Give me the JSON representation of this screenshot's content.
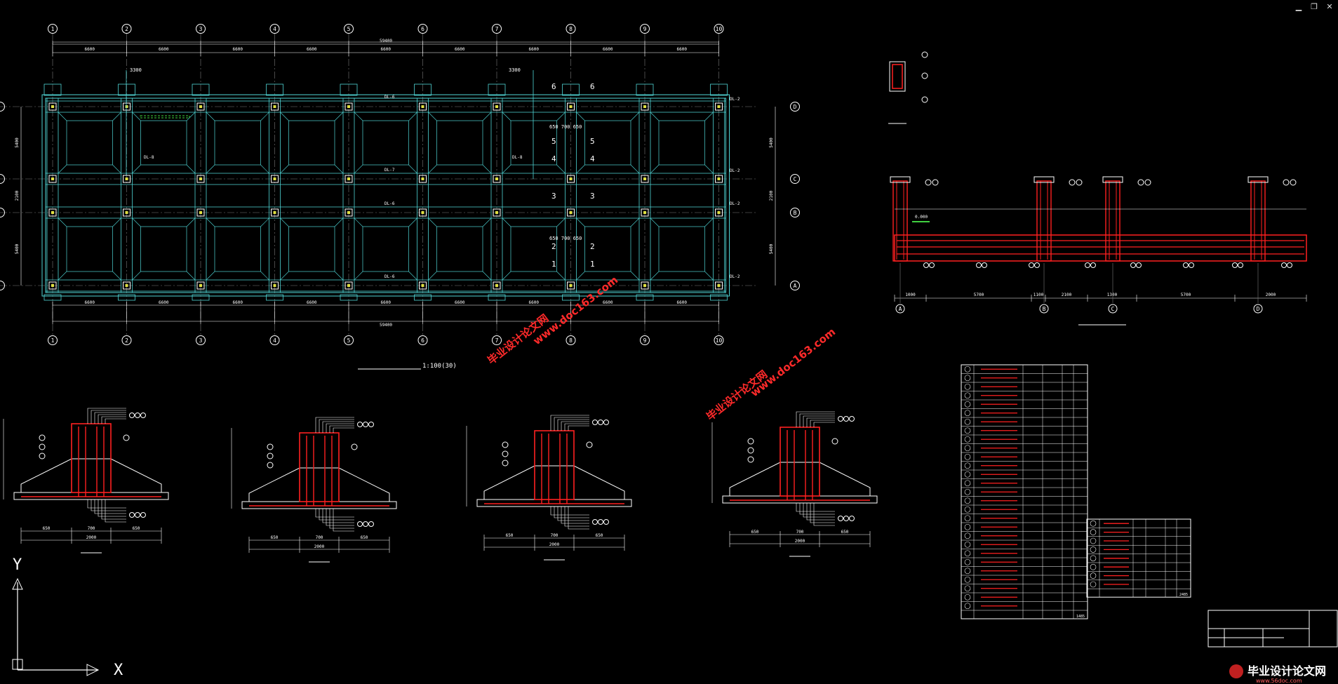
{
  "window_controls": [
    "minimize",
    "restore",
    "close"
  ],
  "plan": {
    "columns": [
      "1",
      "2",
      "3",
      "4",
      "5",
      "6",
      "7",
      "8",
      "9",
      "10"
    ],
    "rows": [
      "D",
      "C",
      "B",
      "A"
    ],
    "bay_dim": "6600",
    "total_dim": "59400",
    "left_dims": [
      "5400",
      "2100",
      "5400"
    ],
    "right_dims": [
      "5400",
      "2100",
      "5400"
    ],
    "beam_labels": [
      "DL-6",
      "DL-7",
      "DL-6",
      "DL-6",
      "DL-8",
      "DL-8",
      "DL-2",
      "DL-2",
      "DL-2",
      "DL-2"
    ],
    "callouts": [
      "3300",
      "3300"
    ],
    "section_marks": [
      "6",
      "5",
      "4",
      "3",
      "2",
      "1"
    ],
    "mid_dims": [
      "650",
      "700",
      "650"
    ],
    "title": "1:100(30)"
  },
  "section": {
    "axes": [
      "A",
      "B",
      "C",
      "D"
    ],
    "elev": "0.000",
    "dims": [
      "1000",
      "5700",
      "1100",
      "2100",
      "1300",
      "5700",
      "2000"
    ]
  },
  "footings": [
    {
      "dims": [
        "650",
        "700",
        "650"
      ],
      "total": "2000"
    },
    {
      "dims": [
        "650",
        "700",
        "650"
      ],
      "total": "2000"
    },
    {
      "dims": [
        "650",
        "700",
        "650"
      ],
      "total": "2000"
    },
    {
      "dims": [
        "650",
        "700",
        "650"
      ],
      "total": "2000"
    }
  ],
  "watermark": {
    "line1": "毕业设计论文网",
    "line2": "www.doc163.com"
  },
  "ucs": {
    "x": "X",
    "y": "Y"
  },
  "logo": {
    "text": "毕业设计论文网",
    "url": "www.56doc.com"
  },
  "table2_total": "2485",
  "table1_total": "1485",
  "colors": {
    "cyan": "#4fd5d5",
    "red": "#ff2020",
    "white": "#ffffff",
    "yellow": "#e0e040",
    "green": "#40d040"
  }
}
